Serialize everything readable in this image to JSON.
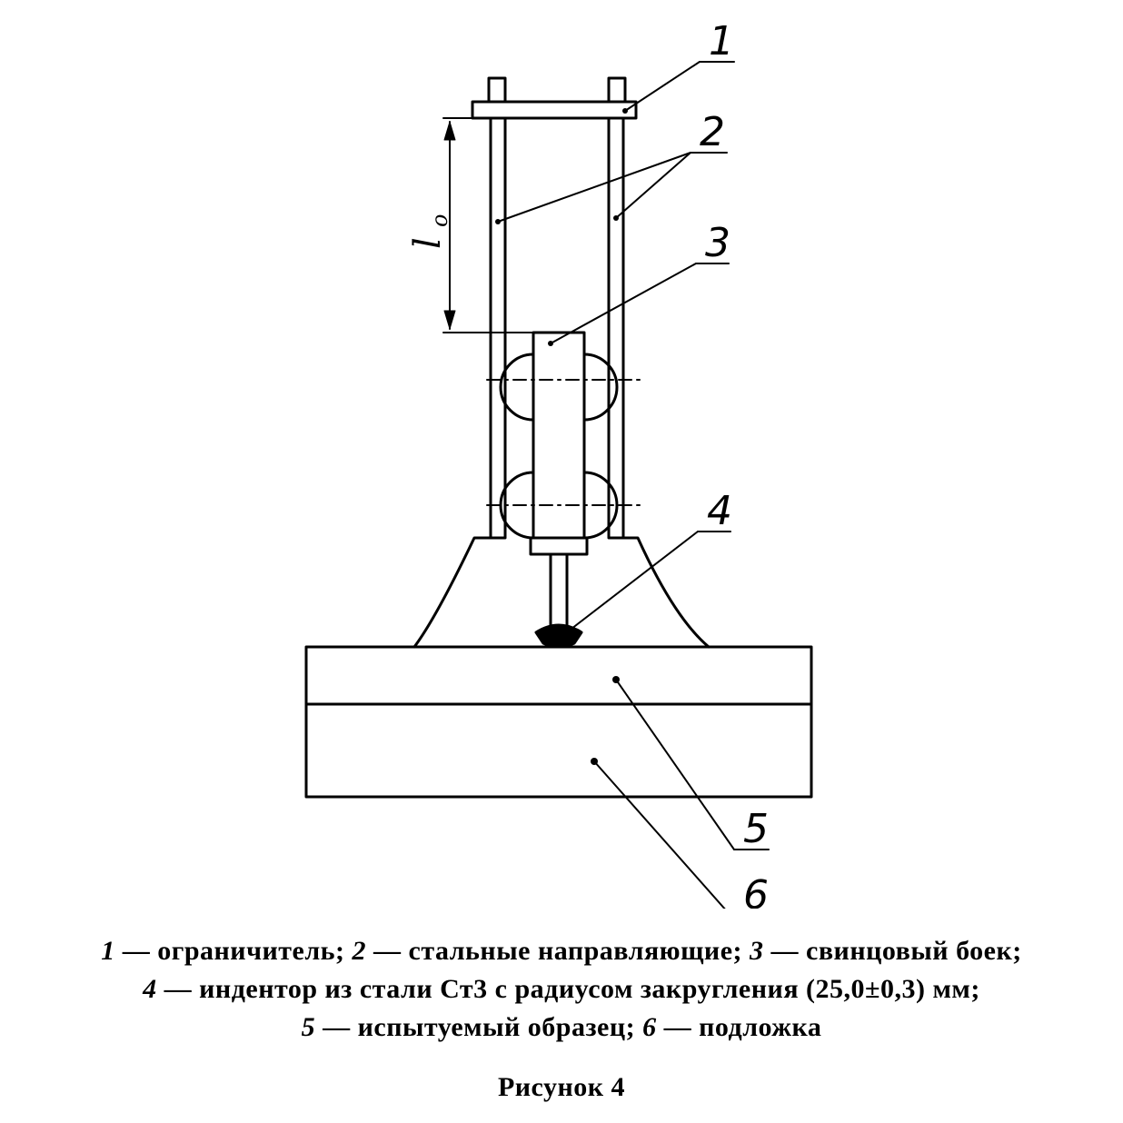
{
  "diagram": {
    "callouts": {
      "c1": "1",
      "c2": "2",
      "c3": "3",
      "c4": "4",
      "c5": "5",
      "c6": "6"
    },
    "dimension_label": "l",
    "dimension_subscript": "o"
  },
  "legend": {
    "line1": [
      {
        "num": "1",
        "text": " — ограничитель; "
      },
      {
        "num": "2",
        "text": " — стальные направляющие; "
      },
      {
        "num": "3",
        "text": " — свинцовый боек;"
      }
    ],
    "line2": [
      {
        "num": "4",
        "text": " — индентор из стали Ст3 с радиусом закругления (25,0±0,3) мм;"
      }
    ],
    "line3": [
      {
        "num": "5",
        "text": " — испытуемый образец; "
      },
      {
        "num": "6",
        "text": " — подложка"
      }
    ]
  },
  "figure_caption": "Рисунок 4"
}
